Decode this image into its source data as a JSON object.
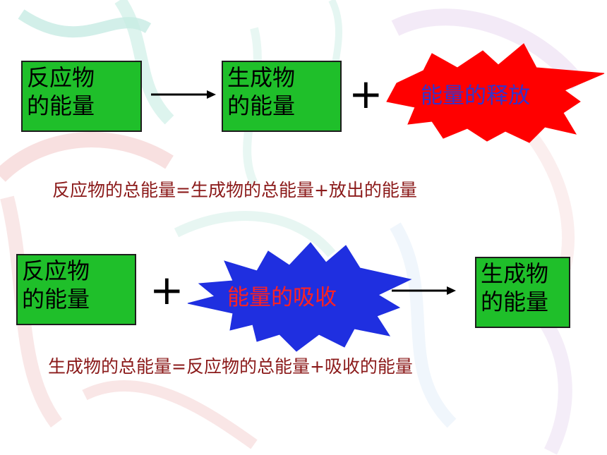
{
  "colors": {
    "box_fill": "#1fbf2a",
    "release_burst": "#ff0000",
    "release_text": "#3333cc",
    "absorb_burst": "#1f2fe0",
    "absorb_text": "#ff2222",
    "equation_text": "#8b1a1a"
  },
  "release": {
    "reactant_box": {
      "line1": "反应物",
      "line2": "的能量"
    },
    "product_box": {
      "line1": "生成物",
      "line2": "的能量"
    },
    "plus": "+",
    "burst_label": "能量的释放",
    "equation": "反应物的总能量=生成物的总能量+放出的能量"
  },
  "absorb": {
    "reactant_box": {
      "line1": "反应物",
      "line2": "的能量"
    },
    "plus": "+",
    "burst_label": "能量的吸收",
    "product_box": {
      "line1": "生成物",
      "line2": "的能量"
    },
    "equation": "生成物的总能量=反应物的总能量+吸收的能量"
  }
}
